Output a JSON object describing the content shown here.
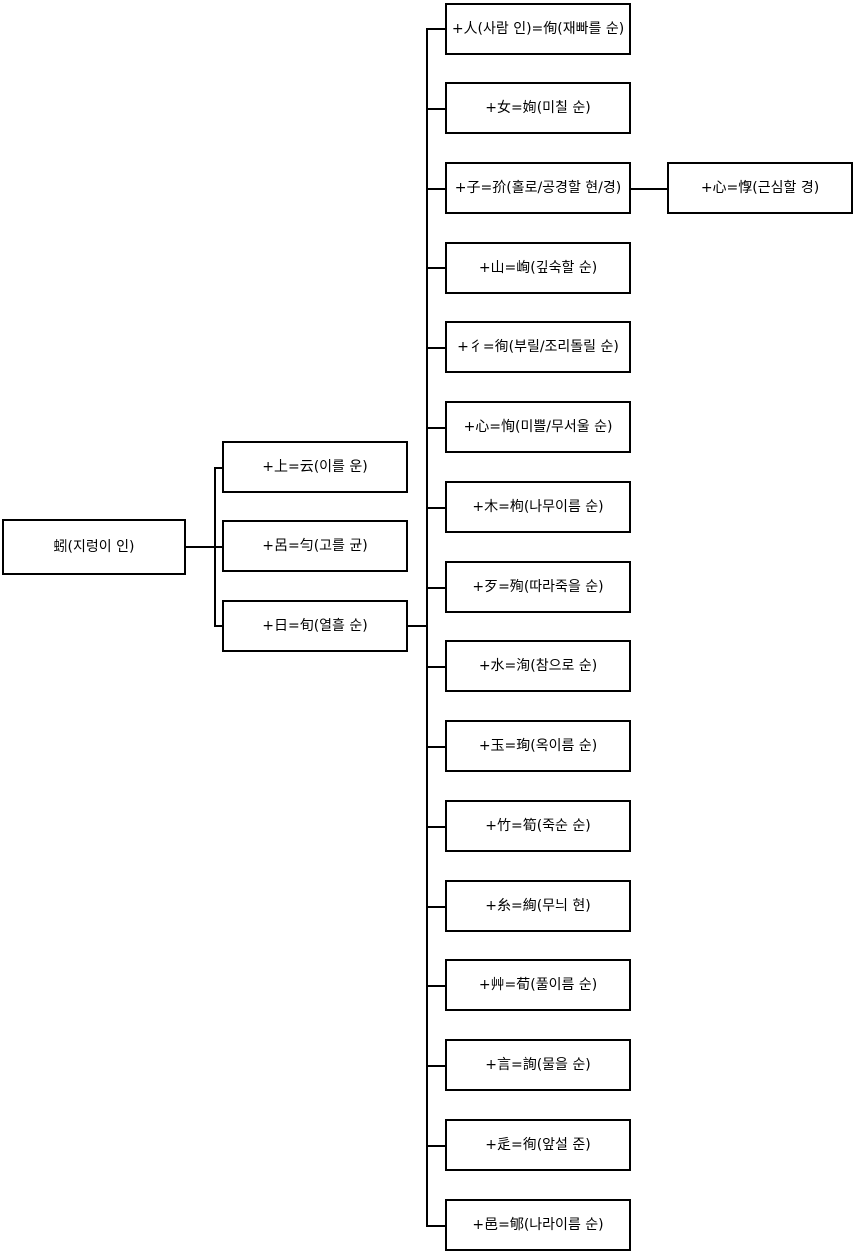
{
  "diagram": {
    "title": "Hanja derivation tree for 蚓 (지렁이 인)",
    "type": "tree",
    "orientation": "left-to-right",
    "line_color": "#000000",
    "box_border_color": "#000000",
    "background_color": "#ffffff"
  },
  "root": {
    "label": "蚓(지렁이 인)"
  },
  "level2": [
    {
      "label": "+上=云(이를 운)"
    },
    {
      "label": "+呂=勻(고를 균)"
    },
    {
      "label": "+日=旬(열흘 순)"
    }
  ],
  "level3": [
    {
      "label": "+人(사람 인)=侚(재빠를 순)"
    },
    {
      "label": "+女=姰(미칠 순)"
    },
    {
      "label": "+子=㜾(홀로/공경할 현/경)"
    },
    {
      "label": "+山=峋(깊숙할 순)"
    },
    {
      "label": "+彳=徇(부릴/조리돌릴 순)"
    },
    {
      "label": "+心=恂(미쁠/무서울 순)"
    },
    {
      "label": "+木=枸(나무이름 순)"
    },
    {
      "label": "+歹=殉(따라죽을 순)"
    },
    {
      "label": "+水=洵(참으로 순)"
    },
    {
      "label": "+玉=珣(옥이름 순)"
    },
    {
      "label": "+竹=筍(죽순 순)"
    },
    {
      "label": "+糸=絢(무늬 현)"
    },
    {
      "label": "+艸=荀(풀이름 순)"
    },
    {
      "label": "+言=詢(물을 순)"
    },
    {
      "label": "+辵=徇(앞설 준)"
    },
    {
      "label": "+邑=郇(나라이름 순)"
    }
  ],
  "level4": [
    {
      "label": "+心=惸(근심할 경)"
    }
  ]
}
